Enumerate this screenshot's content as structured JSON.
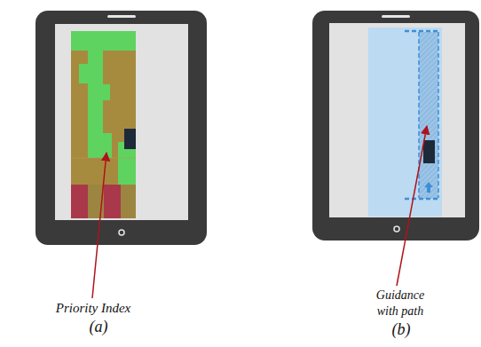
{
  "diagram": {
    "labels": [
      "Priority Index",
      "(a)",
      "Guidance with path",
      "(b)"
    ]
  }
}
